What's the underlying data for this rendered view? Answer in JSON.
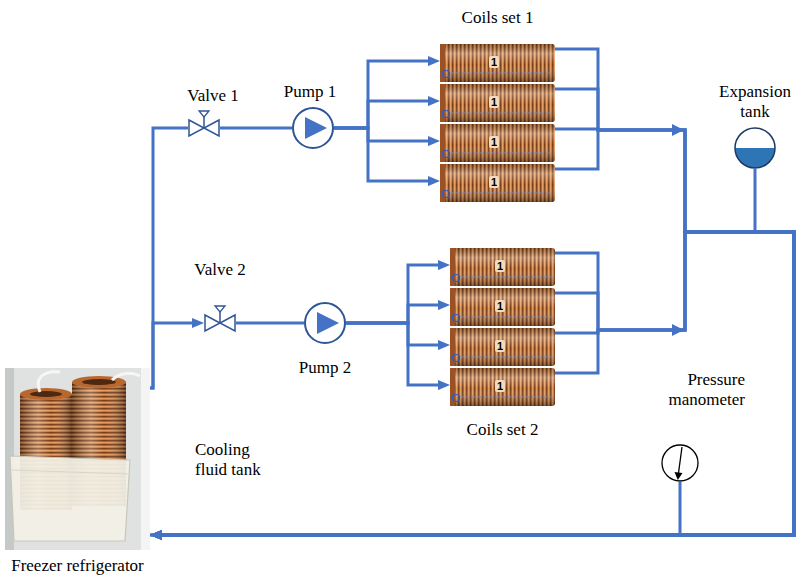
{
  "diagram": {
    "nodes": [
      {
        "text": [
          "Coils set 1"
        ]
      },
      {
        "text": [
          "1"
        ],
        "in": 0
      },
      {
        "text": [
          "1"
        ],
        "in": 0
      },
      {
        "text": [
          "1"
        ],
        "in": 0
      },
      {
        "text": [
          "1"
        ],
        "in": 0
      },
      {
        "text": [
          "Valve 1"
        ]
      },
      {
        "text": [
          "Pump 1"
        ]
      },
      {
        "text": [
          "Expansion tank"
        ]
      },
      {
        "text": [
          "Valve 2"
        ]
      },
      {
        "text": [
          "Pump 2"
        ]
      },
      {
        "text": [
          "Coils set 2"
        ]
      },
      {
        "text": [
          "1"
        ],
        "in": 10
      },
      {
        "text": [
          "1"
        ],
        "in": 10
      },
      {
        "text": [
          "1"
        ],
        "in": 10
      },
      {
        "text": [
          "1"
        ],
        "in": 10
      },
      {
        "text": [
          "Pressure manometer"
        ]
      },
      {
        "text": [
          "Freezer refrigerator"
        ]
      }
    ],
    "edges": [
      {
        "from": 16,
        "to": 5,
        "arrow": "none"
      },
      {
        "from": 16,
        "to": 8,
        "arrow": "to"
      },
      {
        "from": 5,
        "to": 6,
        "arrow": "none"
      },
      {
        "from": 8,
        "to": 9,
        "arrow": "none"
      },
      {
        "from": 6,
        "to": 1,
        "arrow": "to"
      },
      {
        "from": 6,
        "to": 2,
        "arrow": "to"
      },
      {
        "from": 6,
        "to": 3,
        "arrow": "to"
      },
      {
        "from": 6,
        "to": 4,
        "arrow": "to"
      },
      {
        "from": 9,
        "to": 11,
        "arrow": "to"
      },
      {
        "from": 9,
        "to": 12,
        "arrow": "to"
      },
      {
        "from": 9,
        "to": 13,
        "arrow": "to"
      },
      {
        "from": 9,
        "to": 14,
        "arrow": "to"
      },
      {
        "from": 1,
        "to": 16,
        "arrow": "to"
      },
      {
        "from": 2,
        "to": 16,
        "arrow": "to"
      },
      {
        "from": 3,
        "to": 16,
        "arrow": "to"
      },
      {
        "from": 4,
        "to": 16,
        "arrow": "to"
      },
      {
        "from": 11,
        "to": 16,
        "arrow": "to"
      },
      {
        "from": 12,
        "to": 16,
        "arrow": "to"
      },
      {
        "from": 13,
        "to": 16,
        "arrow": "to"
      },
      {
        "from": 14,
        "to": 16,
        "arrow": "to"
      },
      {
        "from": 7,
        "to": 16,
        "arrow": "none"
      },
      {
        "from": 15,
        "to": 16,
        "arrow": "none"
      }
    ],
    "labels": [
      "Cooling fluid tank"
    ]
  }
}
